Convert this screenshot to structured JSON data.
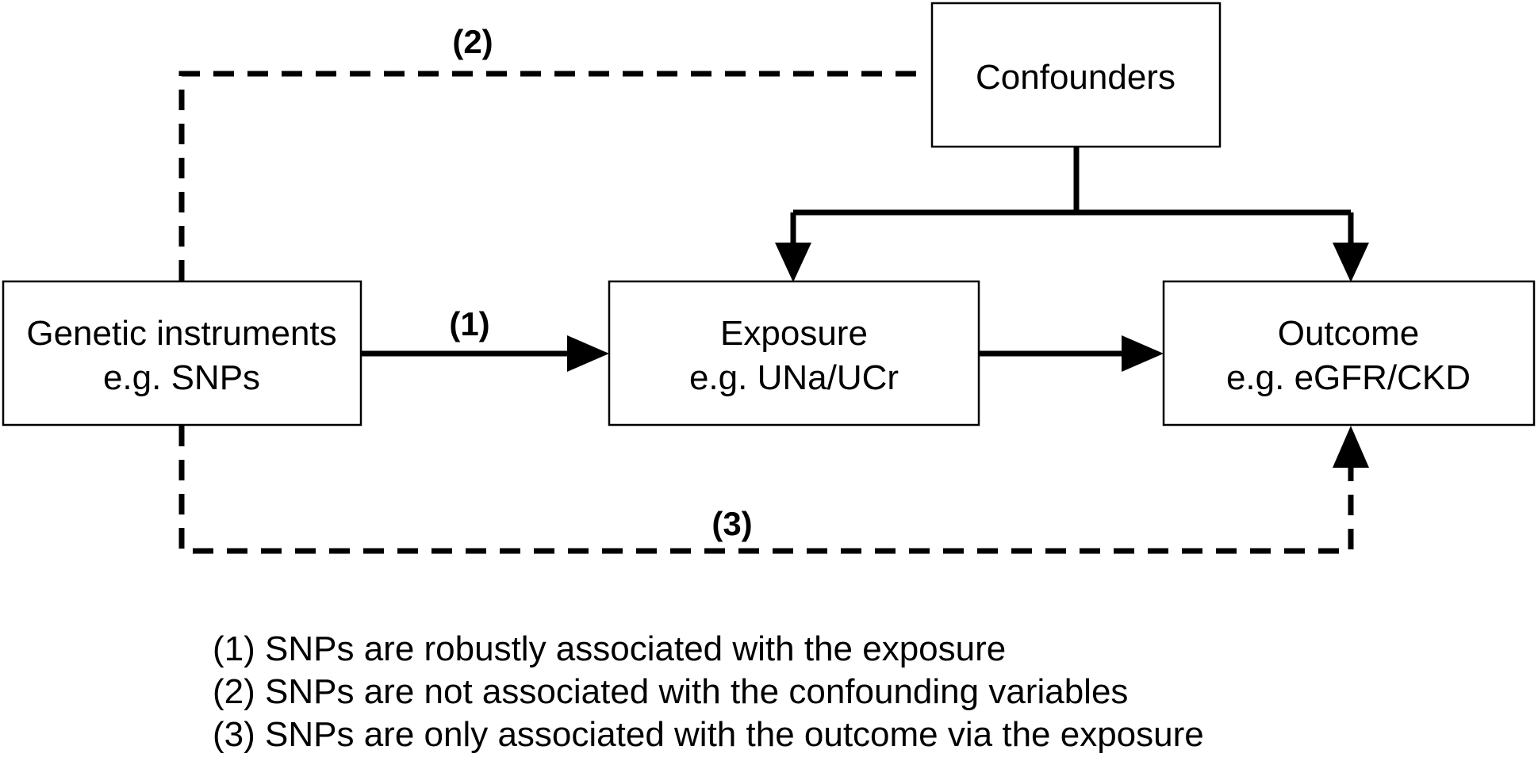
{
  "nodes": {
    "genetic": {
      "line1": "Genetic instruments",
      "line2": "e.g. SNPs"
    },
    "exposure": {
      "line1": "Exposure",
      "line2": "e.g. UNa/UCr"
    },
    "outcome": {
      "line1": "Outcome",
      "line2": "e.g. eGFR/CKD"
    },
    "confounders": {
      "line1": "Confounders"
    }
  },
  "edges": {
    "label_1": "(1)",
    "label_2": "(2)",
    "label_3": "(3)"
  },
  "legend": [
    "(1) SNPs are robustly associated with the exposure",
    "(2) SNPs are not associated with the confounding variables",
    "(3) SNPs are only associated with the outcome via the exposure"
  ],
  "colors": {
    "line": "#000000",
    "background": "#ffffff"
  }
}
